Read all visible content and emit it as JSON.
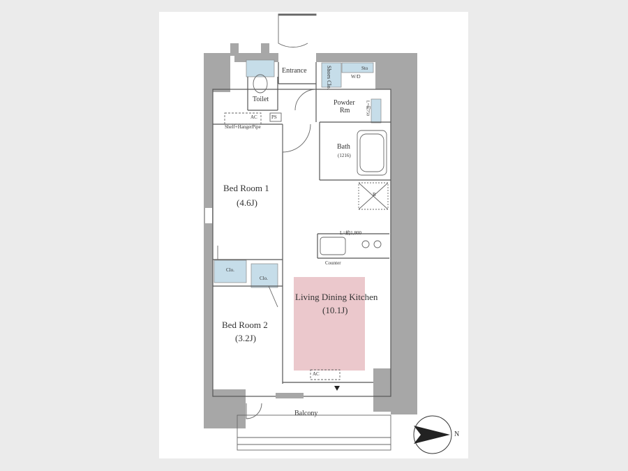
{
  "colors": {
    "wall": "#a7a7a7",
    "storage": "#c6dde9",
    "ldk_fill": "#ebc8cc",
    "line": "#555555",
    "background": "#ebebeb",
    "card": "#ffffff"
  },
  "rooms": {
    "entrance": "Entrance",
    "toilet": "Toilet",
    "powder_line1": "Powder",
    "powder_line2": "Rm",
    "bath": "Bath",
    "bath_size": "(1216)",
    "bedroom1_name": "Bed Room 1",
    "bedroom1_size": "(4.6J)",
    "bedroom2_name": "Bed Room 2",
    "bedroom2_size": "(3.2J)",
    "ldk_name": "Living Dining Kitchen",
    "ldk_size": "(10.1J)",
    "balcony": "Balcony"
  },
  "fixtures": {
    "shoes_closet": "Shoes Clo.",
    "wd": "W/D",
    "sto": "Sto",
    "ps": "PS",
    "ac": "AC",
    "shelf": "Shelf+HangerPipe",
    "clo_a": "Clo.",
    "clo_b": "Clo.",
    "counter": "Counter",
    "kitchen_length": "L=約1,800",
    "vanity_length": "L=約750",
    "refrigerator": "R"
  },
  "compass": {
    "north": "N",
    "icon": "compass-arrow-icon"
  }
}
